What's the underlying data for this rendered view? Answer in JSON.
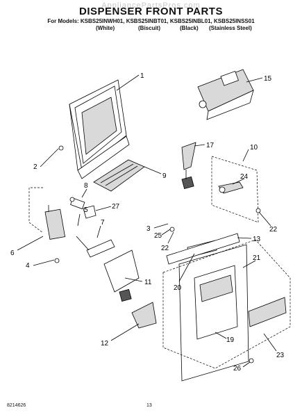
{
  "watermark": "AppliancePartsPros.com",
  "title": "DISPENSER FRONT PARTS",
  "models_line": "For Models: KSBS25INWH01, KSBS25INBT01, KSBS25INBL01, KSBS25INSS01",
  "finishes": [
    "(White)",
    "(Biscuit)",
    "(Black)",
    "(Stainless Steel)"
  ],
  "callouts": [
    "1",
    "2",
    "3",
    "4",
    "5",
    "6",
    "7",
    "8",
    "9",
    "10",
    "11",
    "12",
    "13",
    "15",
    "17",
    "19",
    "20",
    "21",
    "22",
    "22",
    "23",
    "24",
    "25",
    "26",
    "27"
  ],
  "footer": {
    "doc_number": "8214626",
    "page_number": "13"
  }
}
